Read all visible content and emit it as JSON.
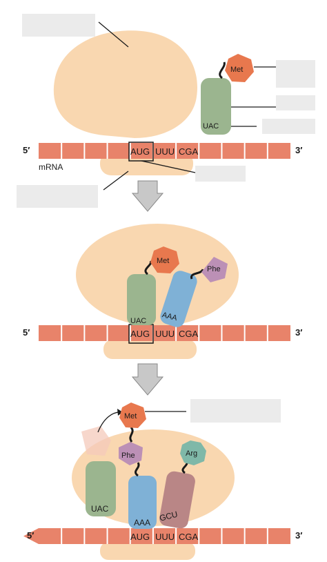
{
  "colors": {
    "ribosome": "#f9d7b0",
    "mrna": "#e8836a",
    "mrna_gap": "#ffffff",
    "trna_green": "#9bb58f",
    "trna_blue": "#7fb1d6",
    "trna_mauve": "#b98686",
    "met": "#e8784e",
    "phe": "#bc90b6",
    "arg": "#7fb8a8",
    "arrow": "#c8c8c8",
    "label_box": "#ebebeb",
    "line": "#1a1a1a"
  },
  "labels": {
    "five_prime": "5′",
    "three_prime": "3′",
    "mrna": "mRNA"
  },
  "codons": {
    "aug": "AUG",
    "uuu": "UUU",
    "cga": "CGA"
  },
  "anticodons": {
    "uac": "UAC",
    "aaa": "AAA",
    "gcu": "GCU"
  },
  "amino_acids": {
    "met": "Met",
    "phe": "Phe",
    "arg": "Arg"
  },
  "icons": [
    "ribosome-large-subunit",
    "ribosome-small-subunit",
    "trna",
    "amino-acid",
    "down-arrow"
  ]
}
